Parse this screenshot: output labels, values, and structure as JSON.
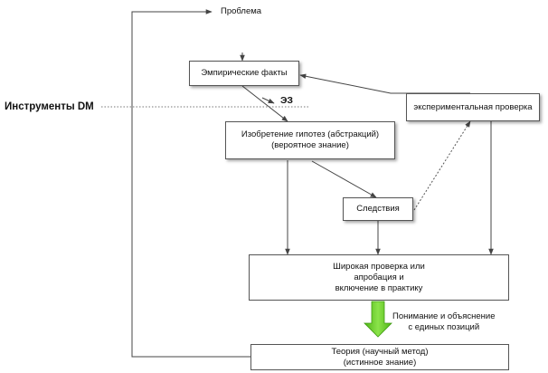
{
  "problem_label": "Проблема",
  "tools_label": "Инструменты DM",
  "ez_label": "ЭЗ",
  "nodes": {
    "facts": {
      "line1": "Эмпирические факты"
    },
    "hypotheses": {
      "line1": "Изобретение гипотез (абстракций)",
      "line2": "(вероятное знание)"
    },
    "consequences": {
      "line1": "Следствия"
    },
    "experimental": {
      "line1": "экспериментальная проверка"
    },
    "wide_check": {
      "line1": "Широкая проверка или",
      "line2": "апробация и",
      "line3": "включение в практику"
    },
    "theory": {
      "line1": "Теория (научный метод)",
      "line2": "(истинное знание)"
    }
  },
  "understanding_label": {
    "line1": "Понимание и объяснение",
    "line2": "с единых позиций"
  },
  "colors": {
    "accent_arrow": "#6fd12a",
    "line": "#444444"
  }
}
